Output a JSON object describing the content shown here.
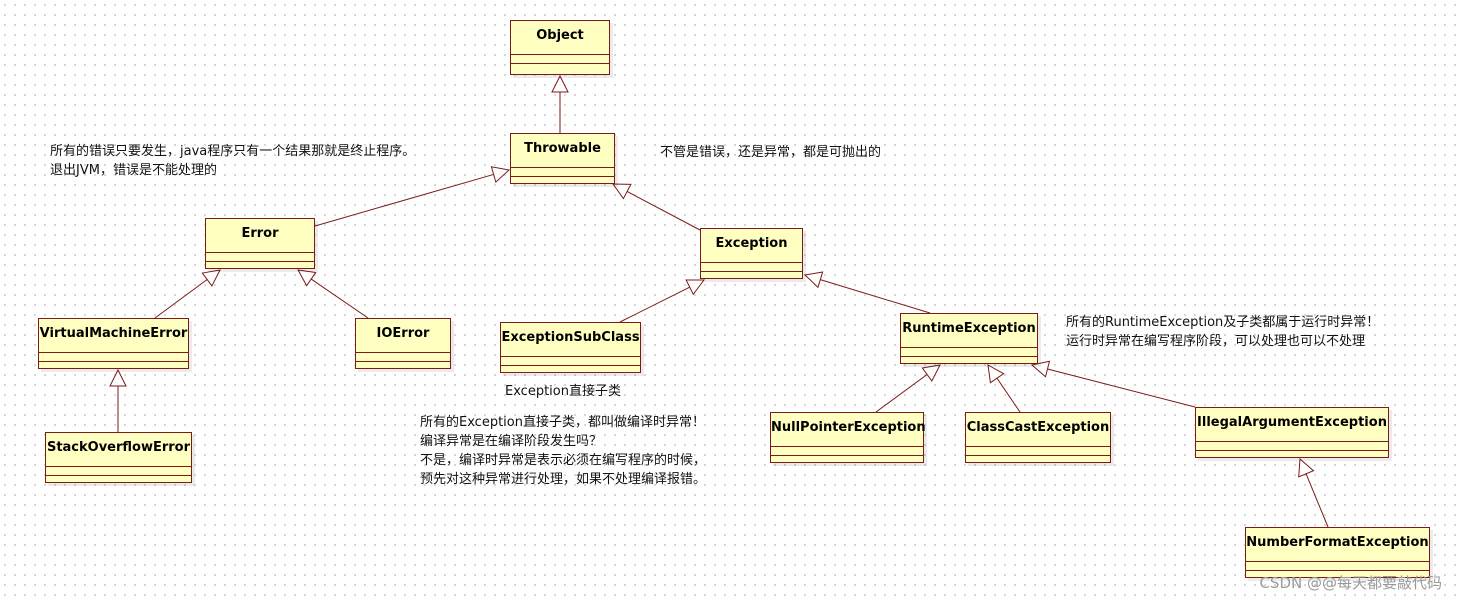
{
  "classes": {
    "object": "Object",
    "throwable": "Throwable",
    "error": "Error",
    "exception": "Exception",
    "virtual_machine_error": "VirtualMachineError",
    "io_error": "IOError",
    "stack_overflow_error": "StackOverflowError",
    "exception_sub_class": "ExceptionSubClass",
    "runtime_exception": "RuntimeException",
    "null_pointer_exception": "NullPointerException",
    "class_cast_exception": "ClassCastException",
    "illegal_argument_exception": "IllegalArgumentException",
    "number_format_exception": "NumberFormatException"
  },
  "notes": {
    "error_note": [
      "所有的错误只要发生，java程序只有一个结果那就是终止程序。",
      "退出JVM，错误是不能处理的"
    ],
    "throwable_note": "不管是错误，还是异常，都是可抛出的",
    "runtime_note": [
      "所有的RuntimeException及子类都属于运行时异常！",
      "运行时异常在编写程序阶段，可以处理也可以不处理"
    ],
    "exception_sub_label": "Exception直接子类",
    "checked_note": [
      "所有的Exception直接子类，都叫做编译时异常！",
      "编译异常是在编译阶段发生吗？",
      "不是，编译时异常是表示必须在编写程序的时候，",
      "预先对这种异常进行处理，如果不处理编译报错。"
    ]
  },
  "colors": {
    "class_fill": "#ffffc1",
    "class_border": "#7a1a1a",
    "edge": "#7a1a1a"
  },
  "watermark": "CSDN @@每天都要敲代码"
}
